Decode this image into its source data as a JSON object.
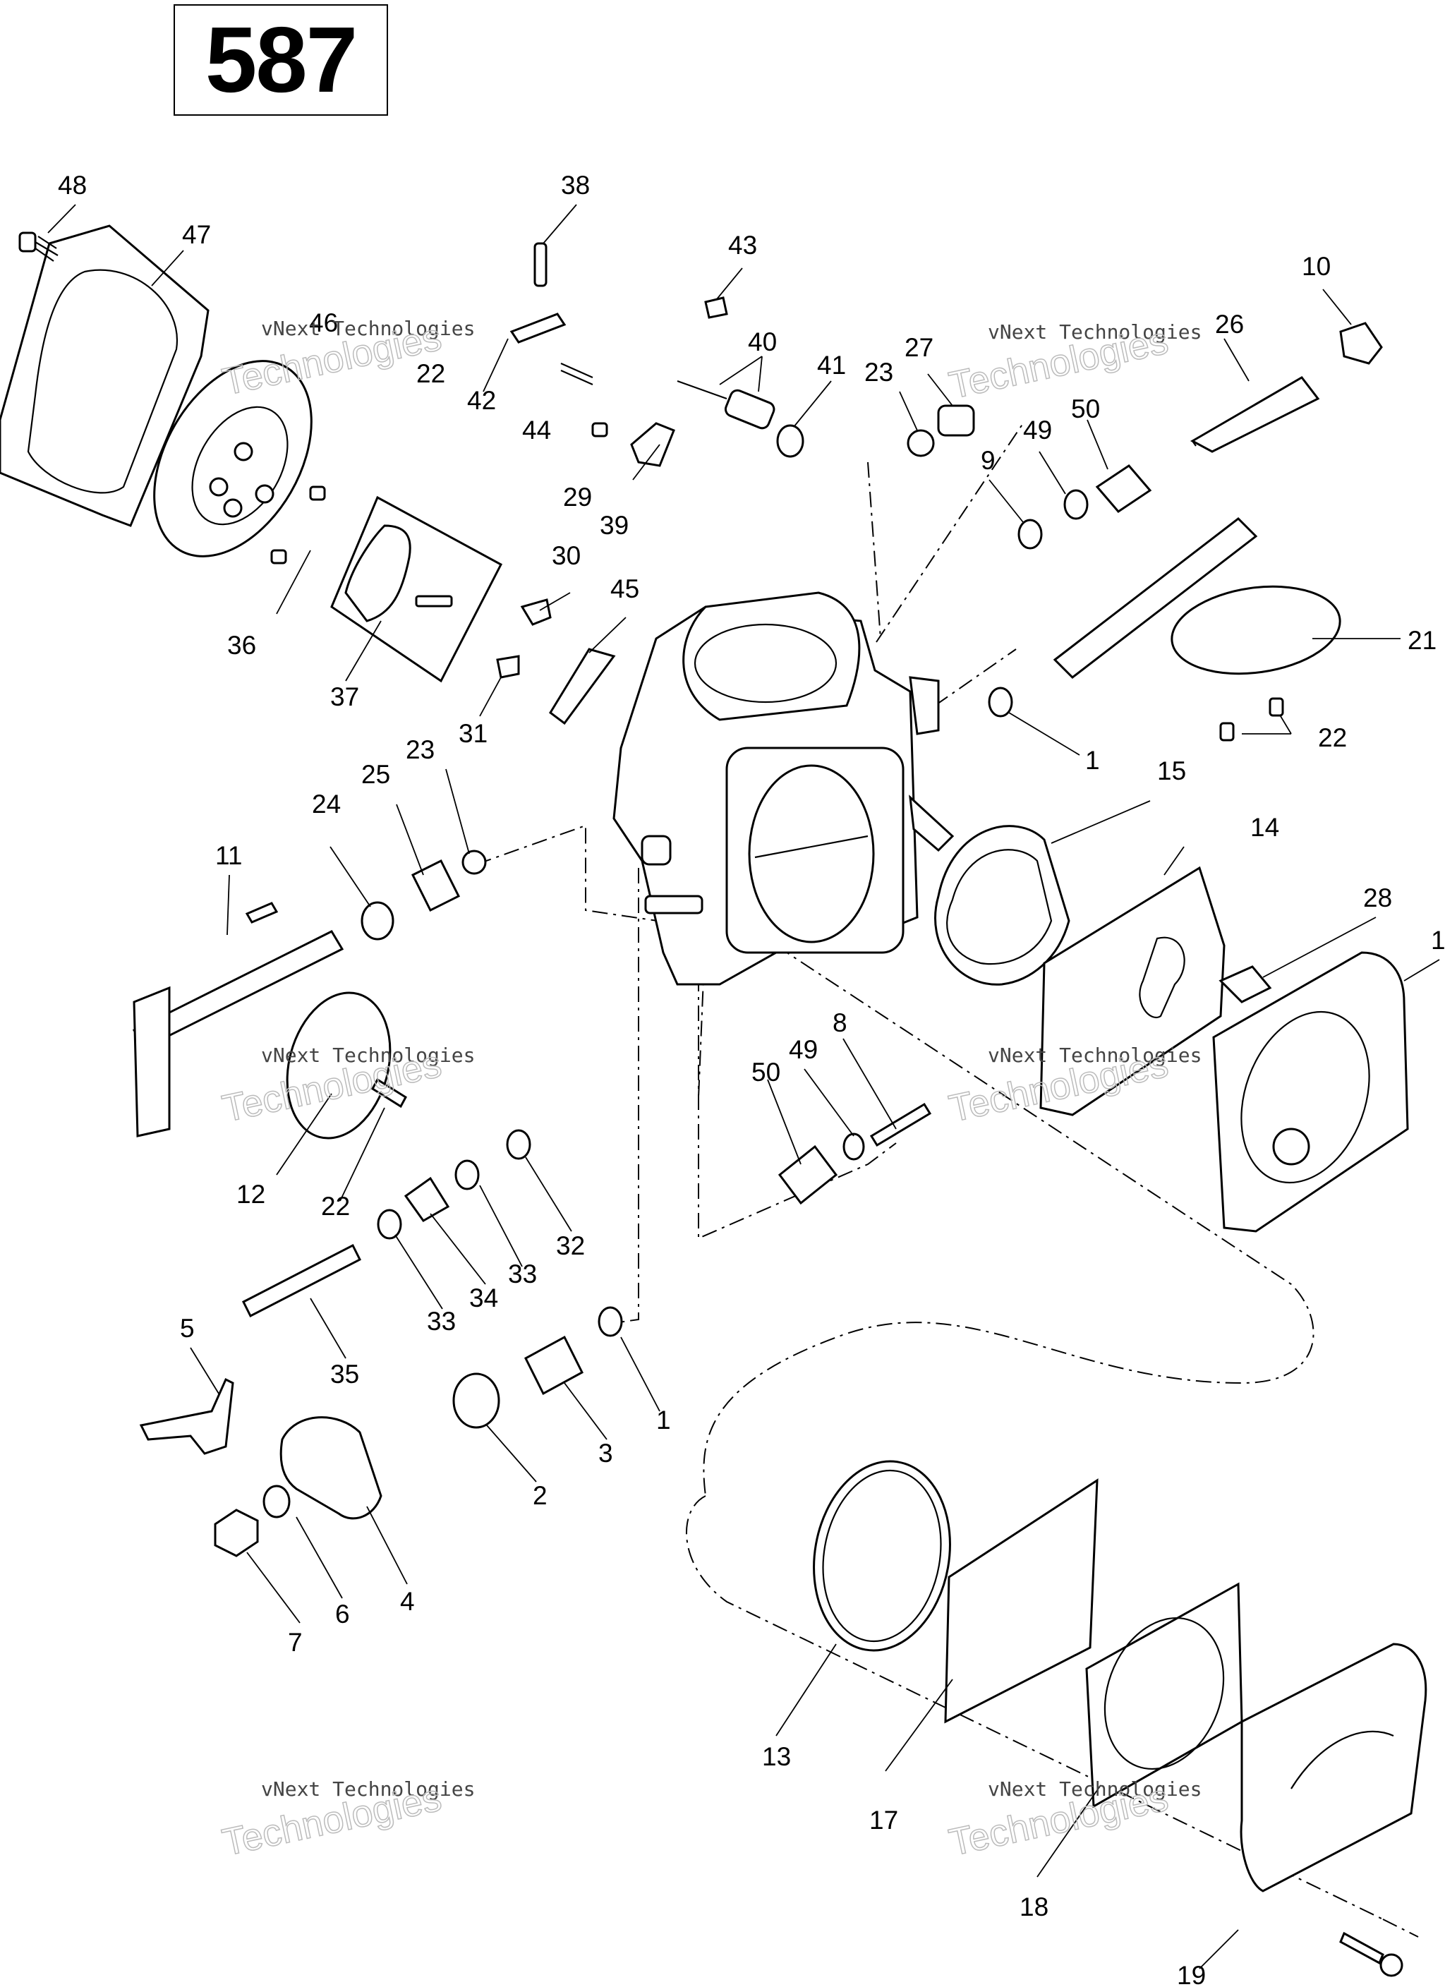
{
  "diagram": {
    "page_number": "587",
    "callouts": [
      {
        "text": "48"
      },
      {
        "text": "47"
      },
      {
        "text": "46"
      },
      {
        "text": "38"
      },
      {
        "text": "43"
      },
      {
        "text": "10"
      },
      {
        "text": "22"
      },
      {
        "text": "42"
      },
      {
        "text": "40"
      },
      {
        "text": "27"
      },
      {
        "text": "26"
      },
      {
        "text": "44"
      },
      {
        "text": "41"
      },
      {
        "text": "23"
      },
      {
        "text": "50"
      },
      {
        "text": "49"
      },
      {
        "text": "9"
      },
      {
        "text": "29"
      },
      {
        "text": "39"
      },
      {
        "text": "36"
      },
      {
        "text": "30"
      },
      {
        "text": "45"
      },
      {
        "text": "21"
      },
      {
        "text": "37"
      },
      {
        "text": "31"
      },
      {
        "text": "22"
      },
      {
        "text": "1"
      },
      {
        "text": "23"
      },
      {
        "text": "25"
      },
      {
        "text": "15"
      },
      {
        "text": "24"
      },
      {
        "text": "14"
      },
      {
        "text": "11"
      },
      {
        "text": "28"
      },
      {
        "text": "1"
      },
      {
        "text": "8"
      },
      {
        "text": "49"
      },
      {
        "text": "50"
      },
      {
        "text": "12"
      },
      {
        "text": "22"
      },
      {
        "text": "32"
      },
      {
        "text": "33"
      },
      {
        "text": "34"
      },
      {
        "text": "33"
      },
      {
        "text": "5"
      },
      {
        "text": "35"
      },
      {
        "text": "1"
      },
      {
        "text": "3"
      },
      {
        "text": "2"
      },
      {
        "text": "4"
      },
      {
        "text": "6"
      },
      {
        "text": "7"
      },
      {
        "text": "13"
      },
      {
        "text": "17"
      },
      {
        "text": "18"
      },
      {
        "text": "19"
      }
    ],
    "watermarks": [
      {
        "line1": "vNext Technologies",
        "line2": "Technologies"
      },
      {
        "line1": "vNext Technologies",
        "line2": "Technologies"
      },
      {
        "line1": "vNext Technologies",
        "line2": "Technologies"
      },
      {
        "line1": "vNext Technologies",
        "line2": "Technologies"
      },
      {
        "line1": "vNext Technologies",
        "line2": "Technologies"
      },
      {
        "line1": "vNext Technologies",
        "line2": "Technologies"
      }
    ]
  }
}
